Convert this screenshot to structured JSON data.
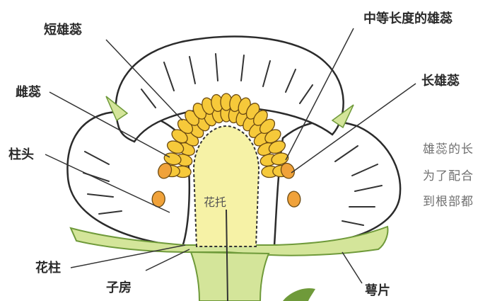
{
  "labels": {
    "short_stamen": "短雄蕊",
    "pistil": "雌蕊",
    "stigma": "柱头",
    "style": "花柱",
    "ovary": "子房",
    "medium_stamen": "中等长度的雄蕊",
    "long_stamen": "长雄蕊",
    "sepal": "萼片",
    "receptacle": "花托"
  },
  "side_text": [
    "雄蕊的长",
    "为了配合",
    "到根部都"
  ],
  "colors": {
    "petal": "#ffffff",
    "petal_outline": "#2b2b2b",
    "anther_yellow": "#f6c93a",
    "anther_orange": "#f0a23a",
    "receptacle": "#f6f2a6",
    "sepal_green": "#d4e59a",
    "sepal_dark": "#6f9a3a"
  },
  "icons": [
    "flower-diagram-icon",
    "stamen-icon",
    "leaf-icon"
  ]
}
